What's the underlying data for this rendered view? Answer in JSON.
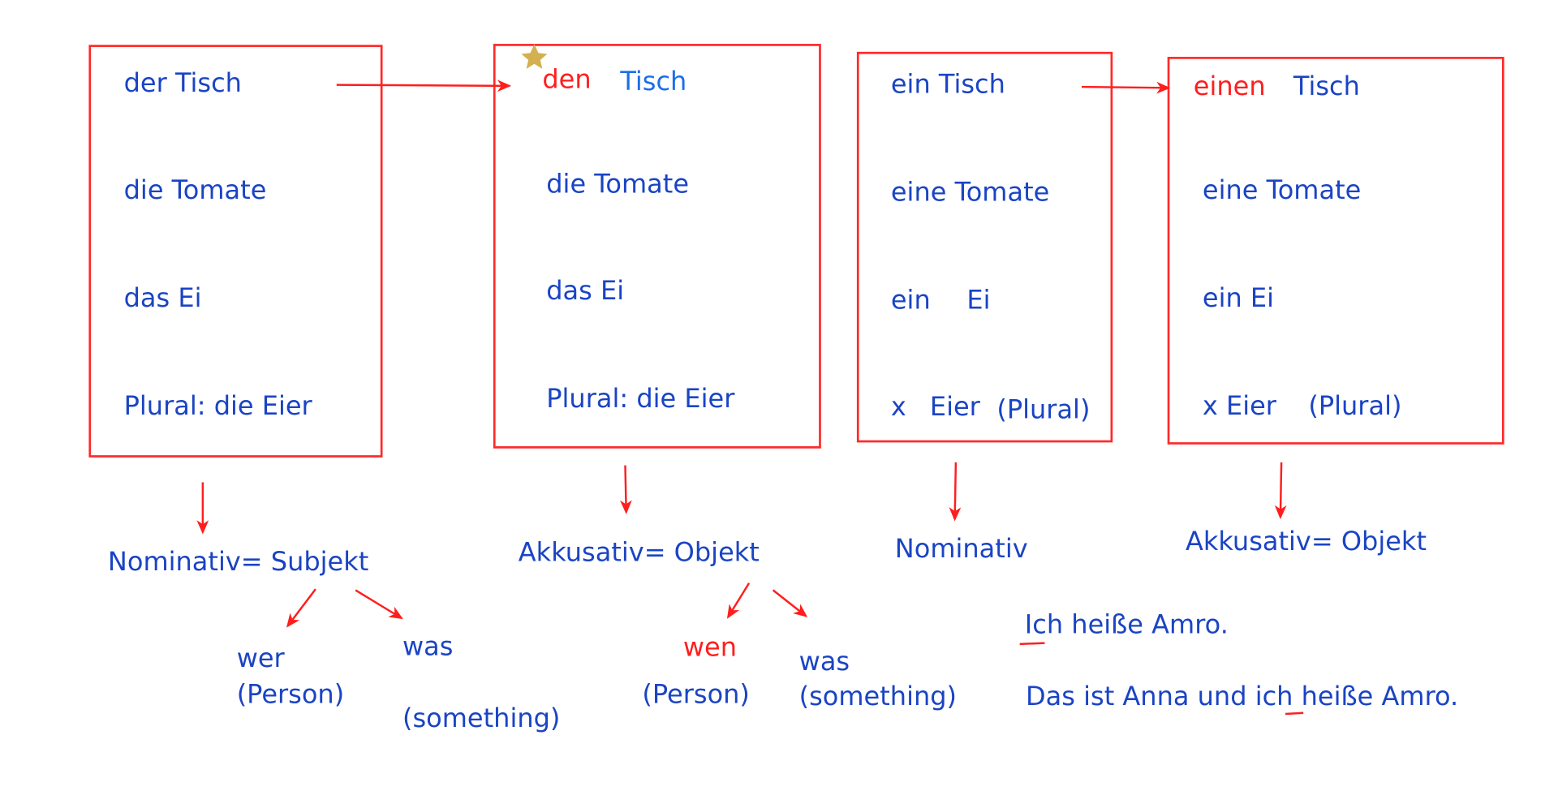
{
  "colors": {
    "text": "#1a44c4",
    "accent": "#ff1e1e",
    "light_blue": "#1a6fe8",
    "star": "#d4b050"
  },
  "box1": {
    "items": [
      "der Tisch",
      "die Tomate",
      "das Ei",
      "Plural: die Eier"
    ],
    "label": "Nominativ= Subjekt"
  },
  "box2": {
    "den": "den",
    "tisch": "Tisch",
    "items": [
      "die Tomate",
      "das Ei",
      "Plural: die Eier"
    ],
    "label": "Akkusativ= Objekt"
  },
  "box3": {
    "items": [
      "ein Tisch",
      "eine Tomate"
    ],
    "ein": "ein",
    "ei": "Ei",
    "x": "x",
    "eier": "Eier",
    "plural": "(Plural)",
    "label": "Nominativ"
  },
  "box4": {
    "einen": "einen",
    "tisch": "Tisch",
    "items": [
      "eine Tomate",
      "ein Ei",
      "x Eier"
    ],
    "plural": "(Plural)",
    "label": "Akkusativ= Objekt"
  },
  "nominativ_branches": {
    "wer": "wer",
    "wer_note": "(Person)",
    "was": "was",
    "was_note": "(something)"
  },
  "akkusativ_branches": {
    "wen": "wen",
    "wen_note": "(Person)",
    "was": "was",
    "was_note": "(something)"
  },
  "examples": [
    "Ich heiße Amro.",
    "Das ist Anna und ich heiße Amro."
  ]
}
